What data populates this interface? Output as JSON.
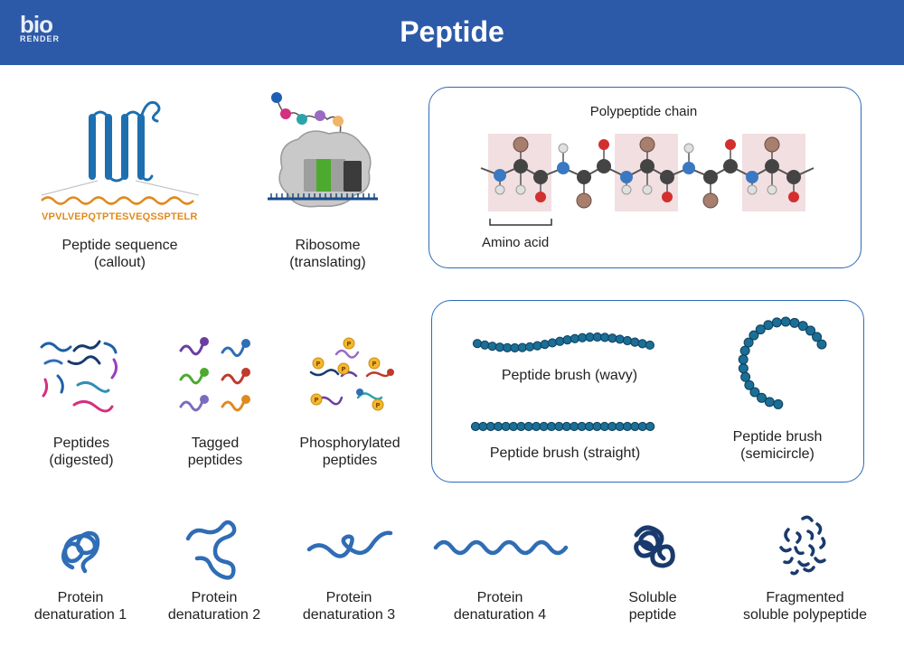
{
  "header": {
    "logo_top": "bio",
    "logo_bottom": "RENDER",
    "title": "Peptide"
  },
  "colors": {
    "header_bg": "#2d5aa8",
    "protein_blue": "#2f6db5",
    "dark_navy": "#1a3a6e",
    "orange": "#e08a1e",
    "box_border": "#2e6bb8",
    "amino_highlight": "#f2dfe1"
  },
  "top_row": {
    "peptide_sequence": {
      "sequence": "VPVLVEPQTPTESVEQSSPTELR",
      "label_line1": "Peptide sequence",
      "label_line2": "(callout)"
    },
    "ribosome": {
      "label_line1": "Ribosome",
      "label_line2": "(translating)"
    },
    "polypeptide_chain": {
      "title": "Polypeptide chain",
      "amino_acid_label": "Amino acid",
      "atoms": {
        "nitrogen": "N",
        "carbon": "C",
        "oxygen": "O",
        "hydrogen": "H",
        "residue": "R"
      }
    }
  },
  "middle_row": {
    "digested": {
      "label_line1": "Peptides",
      "label_line2": "(digested)"
    },
    "tagged": {
      "label_line1": "Tagged",
      "label_line2": "peptides"
    },
    "phosphorylated": {
      "label_line1": "Phosphorylated",
      "label_line2": "peptides",
      "tag": "P"
    },
    "brush_wavy": {
      "label": "Peptide brush (wavy)"
    },
    "brush_straight": {
      "label": "Peptide brush (straight)"
    },
    "brush_semicircle": {
      "label_line1": "Peptide brush",
      "label_line2": "(semicircle)"
    }
  },
  "bottom_row": [
    {
      "line1": "Protein",
      "line2": "denaturation 1"
    },
    {
      "line1": "Protein",
      "line2": "denaturation 2"
    },
    {
      "line1": "Protein",
      "line2": "denaturation 3"
    },
    {
      "line1": "Protein",
      "line2": "denaturation 4"
    },
    {
      "line1": "Soluble",
      "line2": "peptide"
    },
    {
      "line1": "Fragmented",
      "line2": "soluble polypeptide"
    }
  ]
}
